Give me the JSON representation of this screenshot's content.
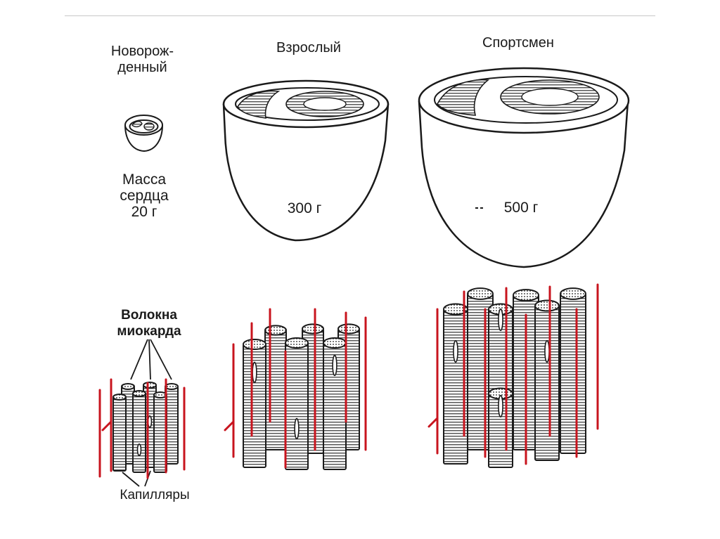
{
  "labels": {
    "newborn_line1": "Новорож-",
    "newborn_line2": "денный",
    "adult": "Взрослый",
    "athlete": "Спортсмен",
    "mass_line1": "Масса",
    "mass_line2": "сердца",
    "mass_line3": "20 г",
    "adult_mass": "300 г",
    "athlete_mass": "500 г",
    "fibers_line1": "Волокна",
    "fibers_line2": "миокарда",
    "capillaries": "Капилляры"
  },
  "colors": {
    "capillary": "#c8141e",
    "ink": "#1a1a1a",
    "fiber_fill": "#e6e6e6"
  }
}
